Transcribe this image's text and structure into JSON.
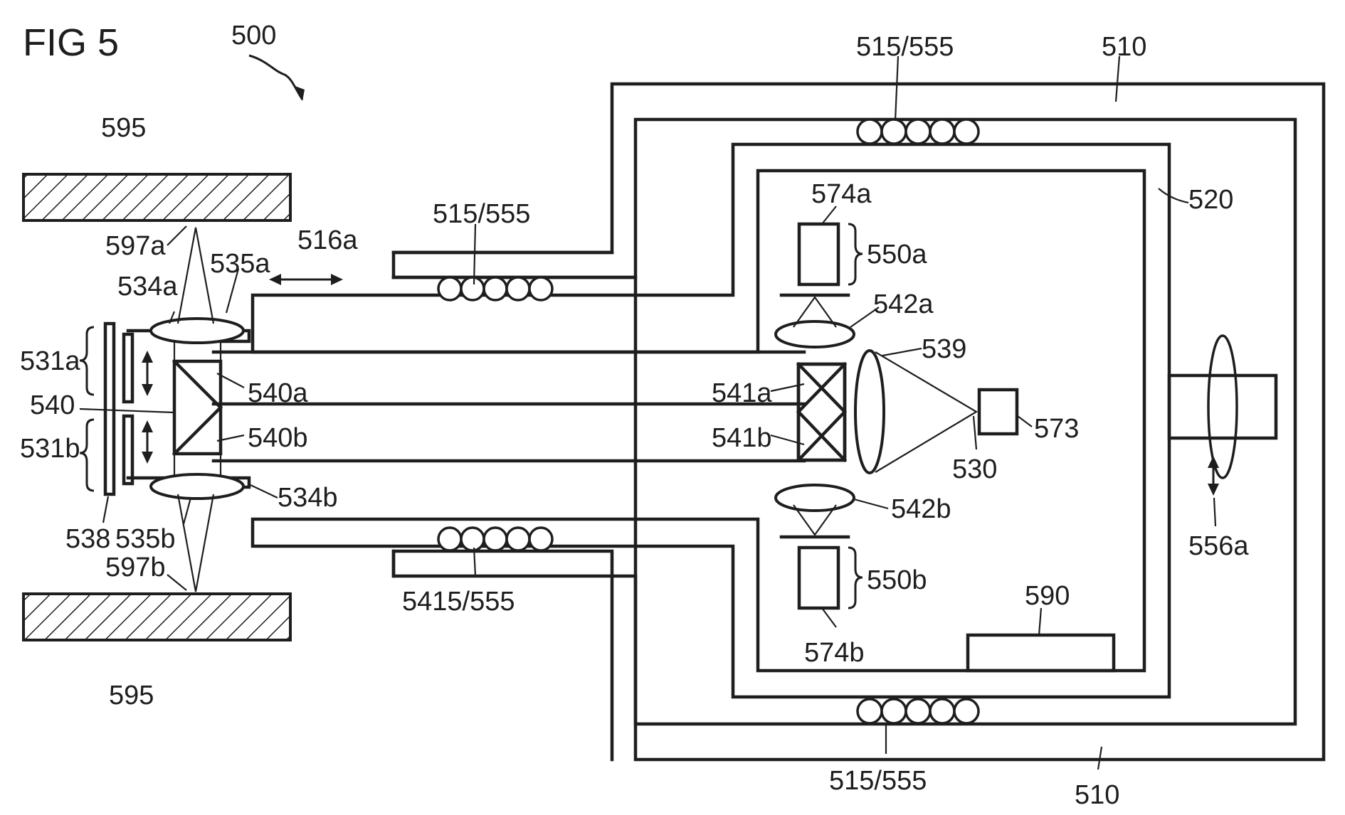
{
  "figure": {
    "title": "FIG 5",
    "labels": {
      "l500": "500",
      "l510_top": "510",
      "l510_bottom": "510",
      "l520": "520",
      "l515_555_top": "515/555",
      "l515_555_upper_arm": "515/555",
      "l5415_555": "5415/555",
      "l515_555_bottom": "515/555",
      "l595_top": "595",
      "l595_bottom": "595",
      "l597a": "597a",
      "l597b": "597b",
      "l516a": "516a",
      "l534a": "534a",
      "l534b": "534b",
      "l535a": "535a",
      "l535b": "535b",
      "l531a": "531a",
      "l531b": "531b",
      "l540": "540",
      "l540a": "540a",
      "l540b": "540b",
      "l538": "538",
      "l541a": "541a",
      "l541b": "541b",
      "l539": "539",
      "l530": "530",
      "l573": "573",
      "l574a": "574a",
      "l574b": "574b",
      "l550a": "550a",
      "l550b": "550b",
      "l542a": "542a",
      "l542b": "542b",
      "l590": "590",
      "l556a": "556a"
    }
  }
}
